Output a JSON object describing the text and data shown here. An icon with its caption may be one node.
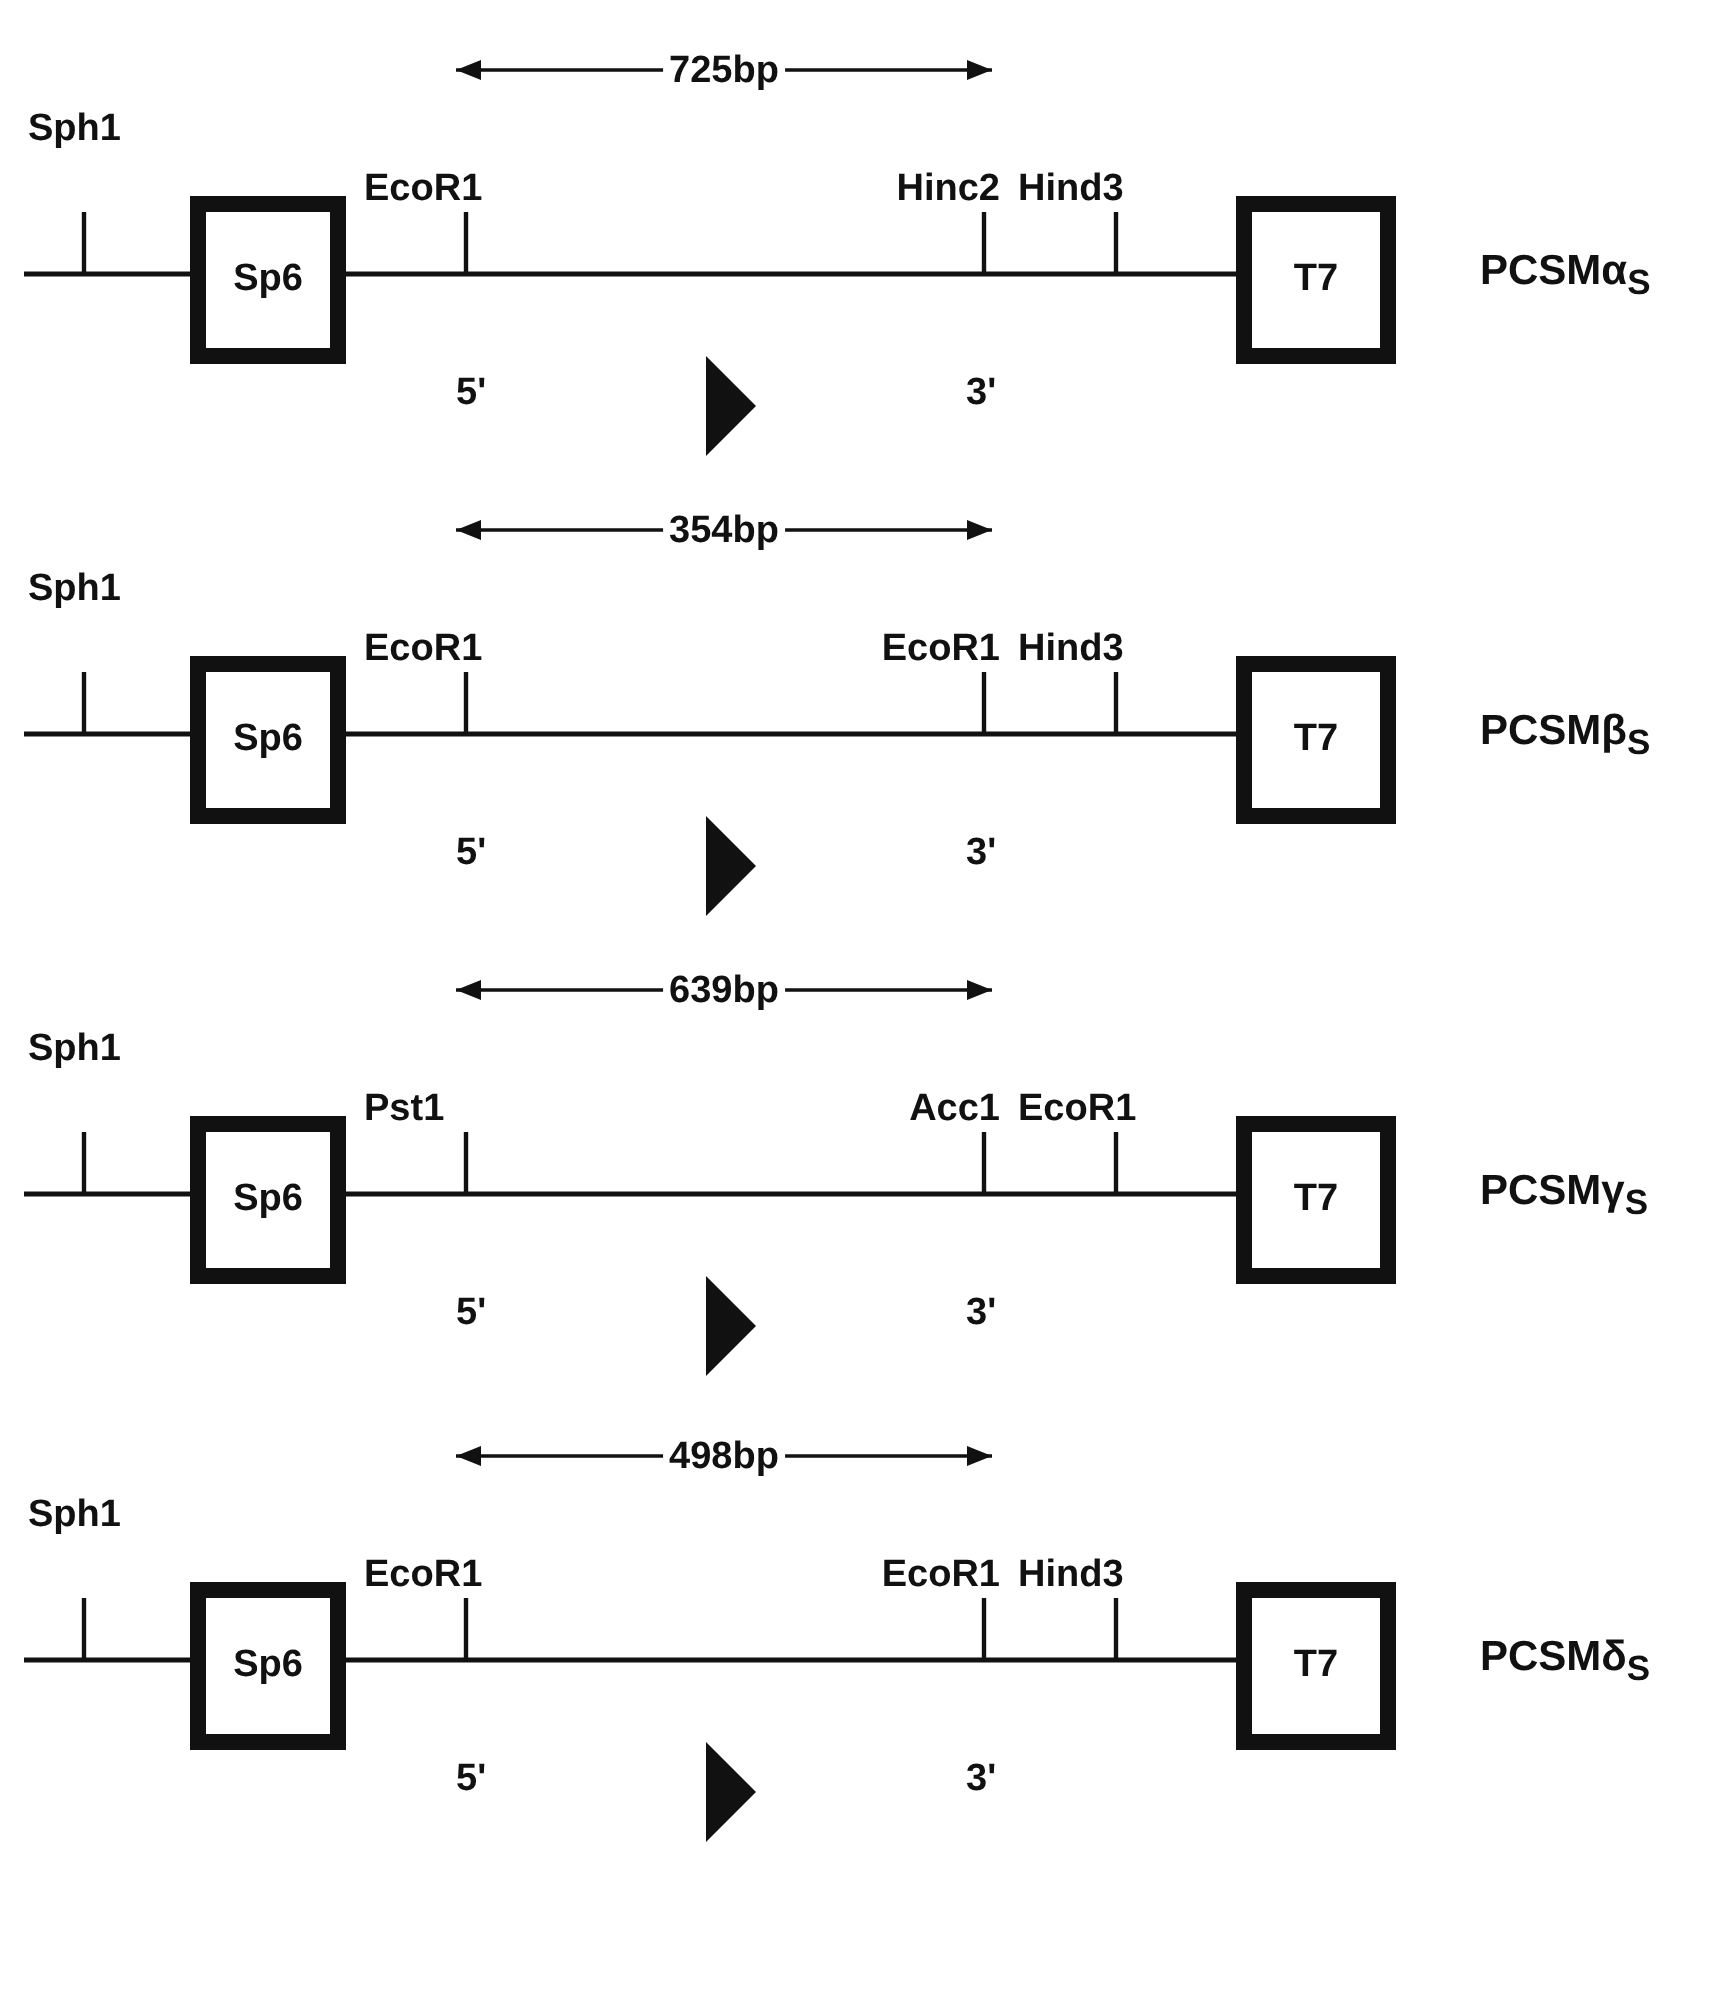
{
  "diagram": {
    "nodes": [
      {
        "text": [
          "Sp6"
        ]
      },
      {
        "text": [
          "T7"
        ]
      },
      {
        "text": [
          "Sp6"
        ]
      },
      {
        "text": [
          "T7"
        ]
      },
      {
        "text": [
          "Sp6"
        ]
      },
      {
        "text": [
          "T7"
        ]
      },
      {
        "text": [
          "Sp6"
        ]
      },
      {
        "text": [
          "T7"
        ]
      }
    ],
    "edges": [
      {
        "from": null,
        "to": 0,
        "arrow": "none"
      },
      {
        "from": 0,
        "to": 1,
        "arrow": "none"
      },
      {
        "from": null,
        "to": 2,
        "arrow": "none"
      },
      {
        "from": 2,
        "to": 3,
        "arrow": "none"
      },
      {
        "from": null,
        "to": 4,
        "arrow": "none"
      },
      {
        "from": 4,
        "to": 5,
        "arrow": "none"
      },
      {
        "from": null,
        "to": 6,
        "arrow": "none"
      },
      {
        "from": 6,
        "to": 7,
        "arrow": "none"
      }
    ],
    "labels": [
      "725bp",
      "Sph1",
      "EcoR1",
      "Hinc2",
      "Hind3",
      "PCSMα$_{S}$",
      "5'",
      "3'",
      "354bp",
      "Sph1",
      "EcoR1",
      "EcoR1",
      "Hind3",
      "PCSMβ$_{S}$",
      "5'",
      "3'",
      "639bp",
      "Sph1",
      "Pst1",
      "Acc1",
      "EcoR1",
      "PCSMγ$_{S}$",
      "5'",
      "3'",
      "498bp",
      "Sph1",
      "EcoR1",
      "EcoR1",
      "Hind3",
      "PCSMδ$_{S}$",
      "5'",
      "3'"
    ]
  }
}
